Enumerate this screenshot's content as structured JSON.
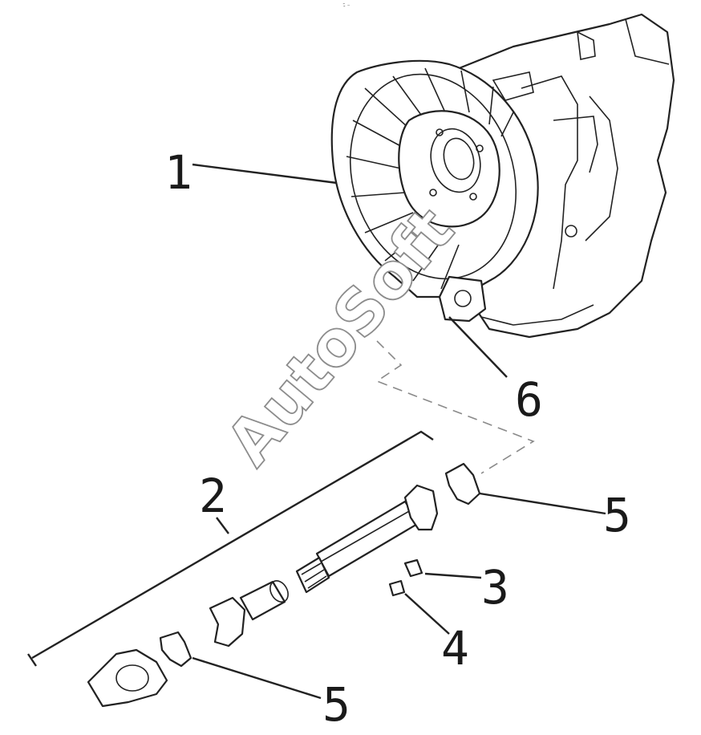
{
  "diagram": {
    "top_mark": "-̄ ⁻",
    "watermark": "AutoSoft",
    "callouts": [
      {
        "id": "1",
        "label": "1"
      },
      {
        "id": "2",
        "label": "2"
      },
      {
        "id": "3",
        "label": "3"
      },
      {
        "id": "4",
        "label": "4"
      },
      {
        "id": "5a",
        "label": "5"
      },
      {
        "id": "5b",
        "label": "5"
      },
      {
        "id": "6",
        "label": "6"
      }
    ]
  }
}
